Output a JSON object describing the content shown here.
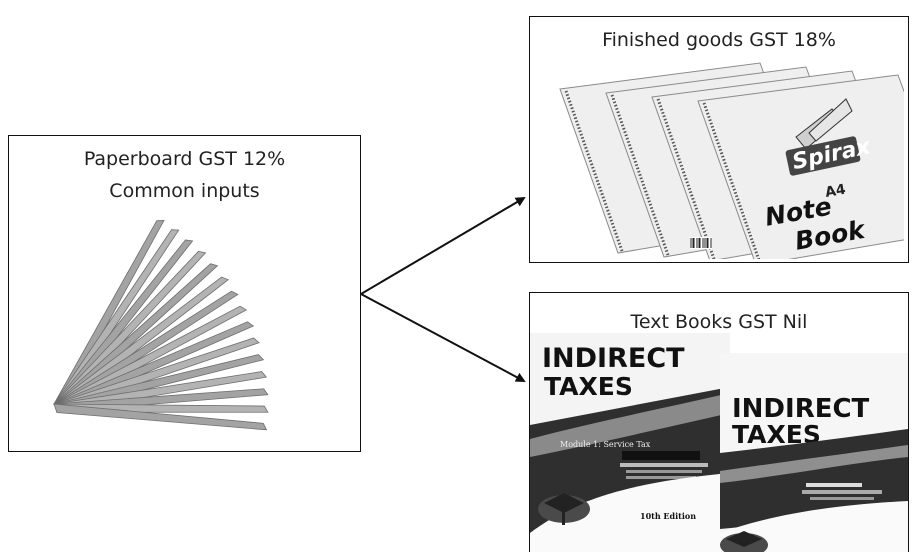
{
  "paperboard": {
    "caption_line1": "Paperboard GST 12%",
    "caption_line2": "Common inputs"
  },
  "finished": {
    "caption": "Finished goods GST 18%",
    "brand": "Spirax",
    "size": "A4",
    "product_line1": "Note",
    "product_line2": "Book"
  },
  "textbooks": {
    "caption": "Text Books GST Nil",
    "book_title_line1": "INDIRECT",
    "book_title_line2": "TAXES",
    "book1_subtitle": "Module 1: Service Tax",
    "book1_edition": "10th Edition"
  },
  "colors": {
    "stroke": "#111111",
    "board": "#a9a9a9"
  }
}
